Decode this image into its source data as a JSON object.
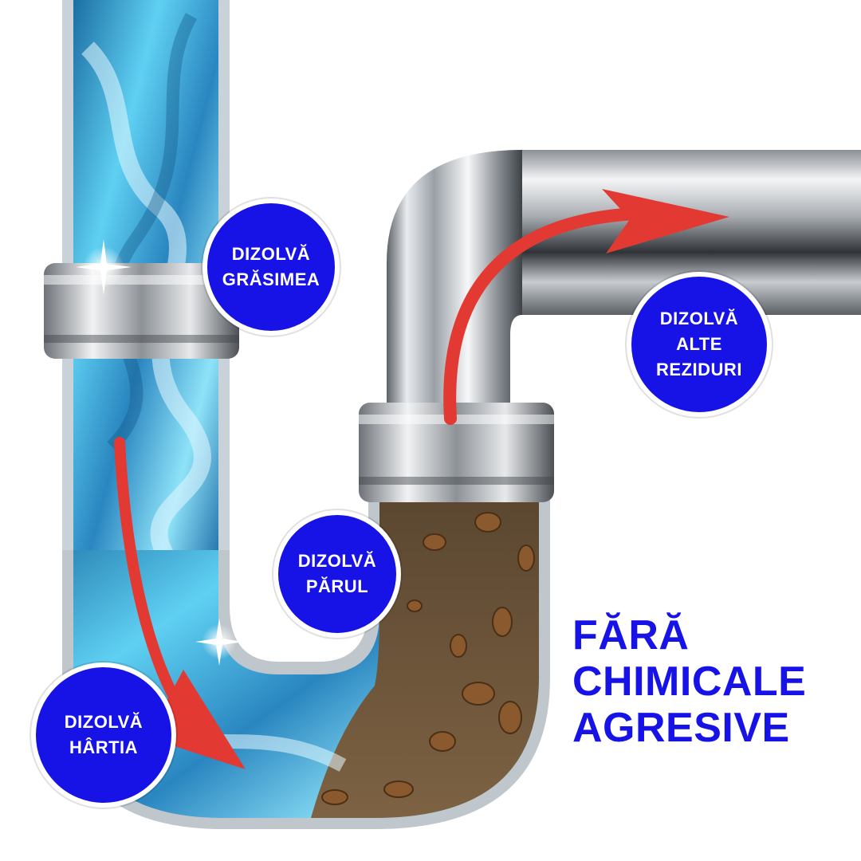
{
  "badges": {
    "grasimea": {
      "line1": "DIZOLVĂ",
      "line2": "GRĂSIMEA"
    },
    "reziduri": {
      "line1": "DIZOLVĂ",
      "line2": "ALTE",
      "line3": "REZIDURI"
    },
    "parul": {
      "line1": "DIZOLVĂ",
      "line2": "PĂRUL"
    },
    "hartia": {
      "line1": "DIZOLVĂ",
      "line2": "HÂRTIA"
    }
  },
  "headline": {
    "line1": "FĂRĂ",
    "line2": "CHIMICALE",
    "line3": "AGRESIVE"
  },
  "colors": {
    "badge_blue": "#1712e6",
    "arrow_red": "#e23a32",
    "water_blue": "#43b8e0",
    "sludge_brown": "#6b5236",
    "chrome": "#b9bec4"
  },
  "icons": [
    "flow-arrow-down-icon",
    "flow-arrow-right-icon",
    "sparkle-icon"
  ]
}
